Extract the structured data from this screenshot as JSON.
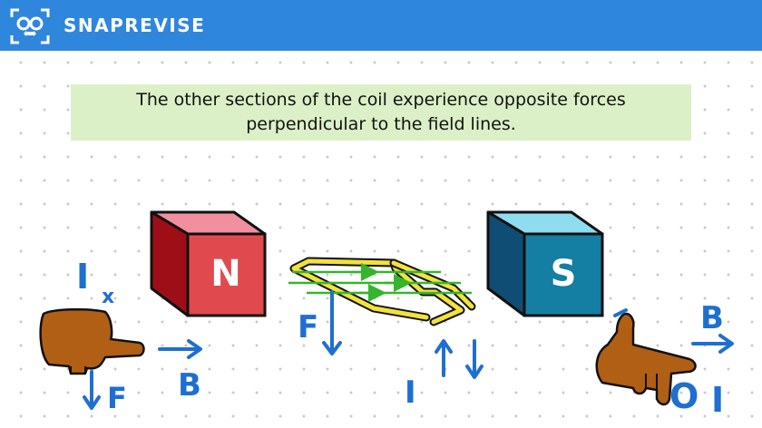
{
  "brand": {
    "name": "SNAPREVISE"
  },
  "caption": {
    "line1": "The other sections of the coil experience opposite forces",
    "line2": "perpendicular to the field lines."
  },
  "diagram": {
    "north_label": "N",
    "south_label": "S",
    "left_hand": {
      "current": "I",
      "current_dir": "x",
      "field": "B",
      "force": "F"
    },
    "coil": {
      "force": "F",
      "current": "I"
    },
    "right_hand": {
      "field": "B",
      "current_dot": "O",
      "current": "I"
    }
  },
  "colors": {
    "header": "#2f86dd",
    "caption_bg": "#dcf0c7",
    "north_front": "#e04a4f",
    "north_top": "#f28f9f",
    "north_side": "#9e0e16",
    "south_front": "#157ea3",
    "south_top": "#8fdcef",
    "south_side": "#0f4d75",
    "coil": "#f2e23a",
    "field_lines": "#35b52e",
    "annotation": "#1f6fd0",
    "hand": "#b05f14"
  }
}
